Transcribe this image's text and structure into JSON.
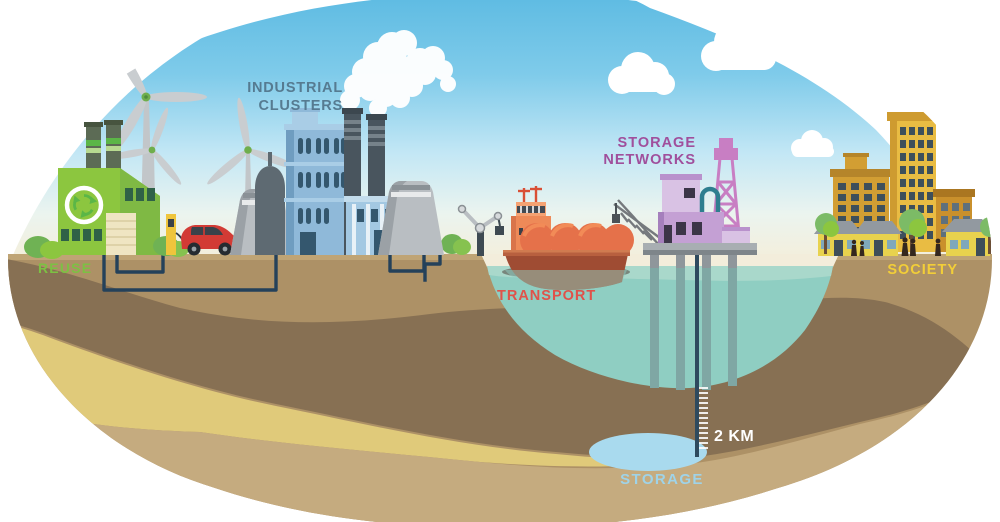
{
  "title": "CO2 capture, transport, storage and reuse infographic",
  "labels": {
    "industrial_clusters": {
      "line1": "INDUSTRIAL",
      "line2": "CLUSTERS",
      "color": "#567B91"
    },
    "reuse": {
      "text": "REUSE",
      "color": "#7CC143"
    },
    "transport": {
      "text": "TRANSPORT",
      "color": "#E0524A"
    },
    "storage_networks": {
      "line1": "STORAGE",
      "line2": "NETWORKS",
      "color": "#A04F9C"
    },
    "society": {
      "text": "SOCIETY",
      "color": "#F2CE38"
    },
    "storage": {
      "text": "STORAGE",
      "color": "#9FD3E8"
    },
    "depth": {
      "text": "2 KM",
      "color": "#FFFFFF"
    }
  },
  "palette": {
    "sky_top": "#4FB4DF",
    "sky_horizon": "#F4EEDA",
    "sea": "#8FCEC2",
    "ground_upper": "#AD9166",
    "ground_dark": "#877053",
    "ground_yellow": "#E0CA7A",
    "ground_tan": "#C5AB7F",
    "pipeline": "#24415A",
    "reservoir": "#A9DAEE",
    "factory_green": "#8CC63F",
    "ship_orange": "#E5714A",
    "platform_purple": "#C4A0D4",
    "city_gold": "#E9BC43"
  }
}
